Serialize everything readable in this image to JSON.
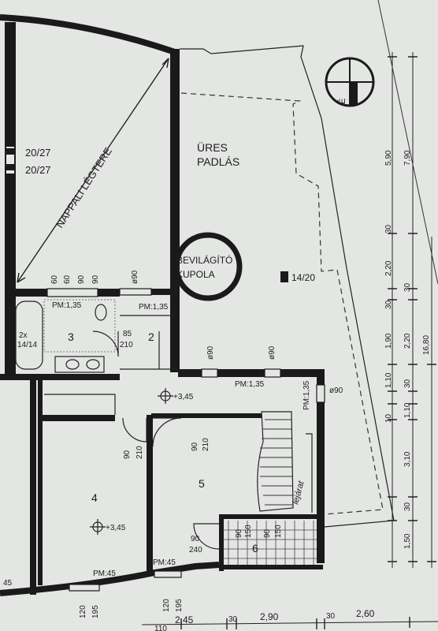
{
  "labels": {
    "nappali_legtere": "NAPPALI LÉGTERE",
    "ures": "ÜRES",
    "padlas": "PADLÁS",
    "bevilagito": "BEVILÁGÍTÓ",
    "kupola": "KUPOLA",
    "window_left_a": "20/27",
    "window_left_b": "20/27",
    "chimney": "14/20",
    "compass_mark": "É",
    "lejarat": "lejárat",
    "room_2": "2",
    "room_3": "3",
    "room_4": "4",
    "room_5": "5",
    "room_6": "6",
    "bath_2x": "2x",
    "bath_1414": "14/14",
    "pm135_a": "PM:1,35",
    "pm135_b": "PM:1,35",
    "pm135_c": "PM:1,35",
    "pm135_vert": "PM:1,35",
    "pm45_a": "PM:45",
    "pm45_b": "PM:45",
    "pm45_c": "45",
    "elev_a": "+3,45",
    "elev_b": "+3,45",
    "door_85": "85",
    "door_210_a": "210",
    "d60a": "60",
    "d60b": "60",
    "d90a": "90",
    "d90b": "90",
    "phi90_a": "ø90",
    "phi90_b": "ø90",
    "phi90_c": "ø90",
    "phi90_d": "ø90",
    "door_90_a": "90",
    "door_210_b": "210",
    "door_90_b": "90",
    "door_210_c": "210",
    "door_90_c": "90",
    "door_240": "240",
    "st90a": "90",
    "st150a": "150",
    "st90b": "90",
    "st150b": "150",
    "w120_a": "120",
    "w195_a": "195",
    "w120_b": "120",
    "w195_b": "195",
    "bottom_110": "110",
    "bottom_245": "2,45",
    "bottom_30a": "30",
    "bottom_290": "2,90",
    "bottom_30b": "30",
    "bottom_260": "2,60",
    "r_590": "5,90",
    "r_790": "7,90",
    "r_30a": "30",
    "r_220a": "2,20",
    "r_30b": "30",
    "r_30c": "30",
    "r_190": "1,90",
    "r_220b": "2,20",
    "r_1680": "16,80",
    "r_110": "1,10",
    "r_30d": "30",
    "r_10": "10",
    "r_110b": "1,10",
    "r_310": "3,10",
    "r_30e": "30",
    "r_150": "1,50"
  }
}
